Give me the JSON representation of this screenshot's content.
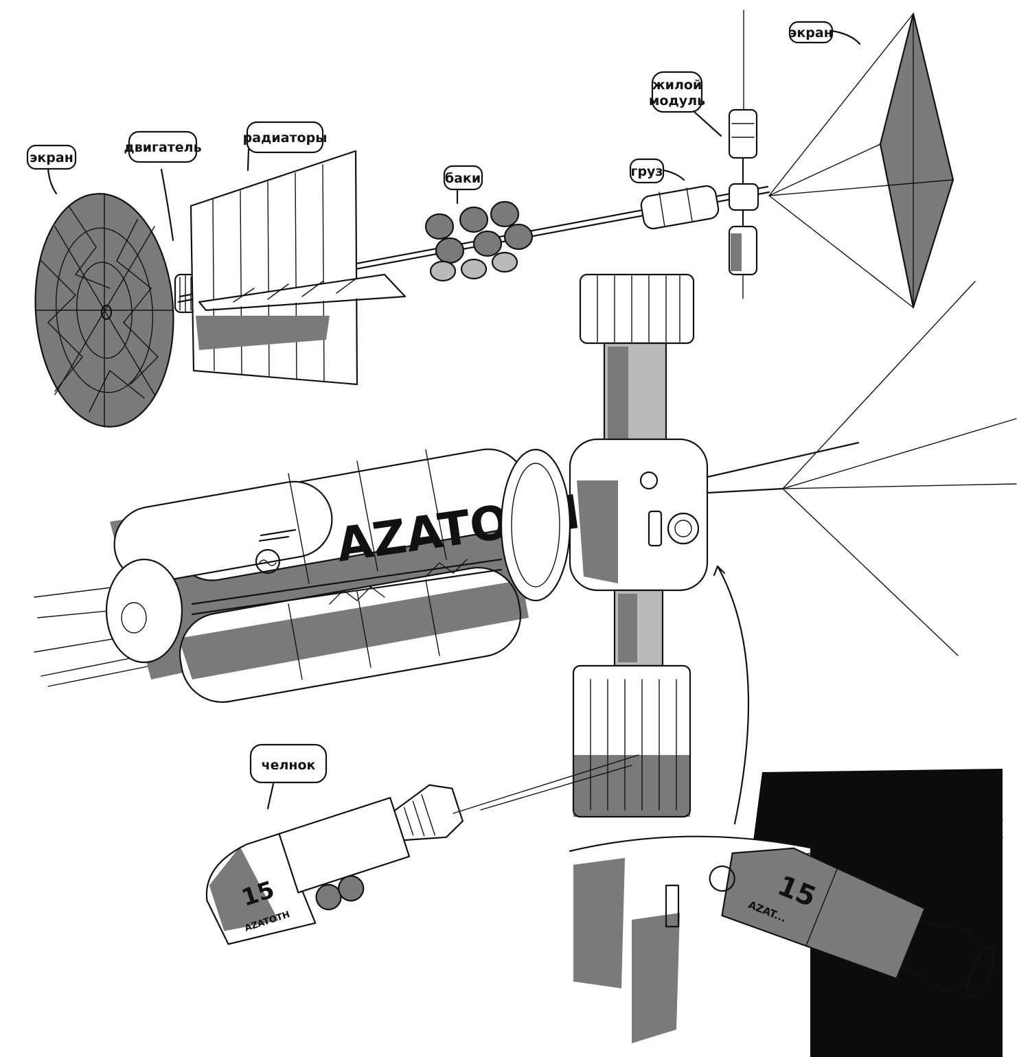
{
  "labels": {
    "screen_left": "экран",
    "engine": "двигатель",
    "radiators": "радиаторы",
    "tanks": "баки",
    "cargo": "груз",
    "habitat_line1": "жилой",
    "habitat_line2": "модуль",
    "screen_right": "экран",
    "shuttle": "челнок"
  },
  "markings": {
    "ship_name": "AZATOTH",
    "shuttle_number": "15",
    "shuttle_name": "AZATOTH",
    "shuttle_closeup_number": "15",
    "shuttle_closeup_name": "AZAT..."
  },
  "colors": {
    "ink": "#111111",
    "shade": "#7a7a7a",
    "light_shade": "#b9b9b9",
    "space": "#0c0c0c",
    "paper": "#ffffff"
  }
}
